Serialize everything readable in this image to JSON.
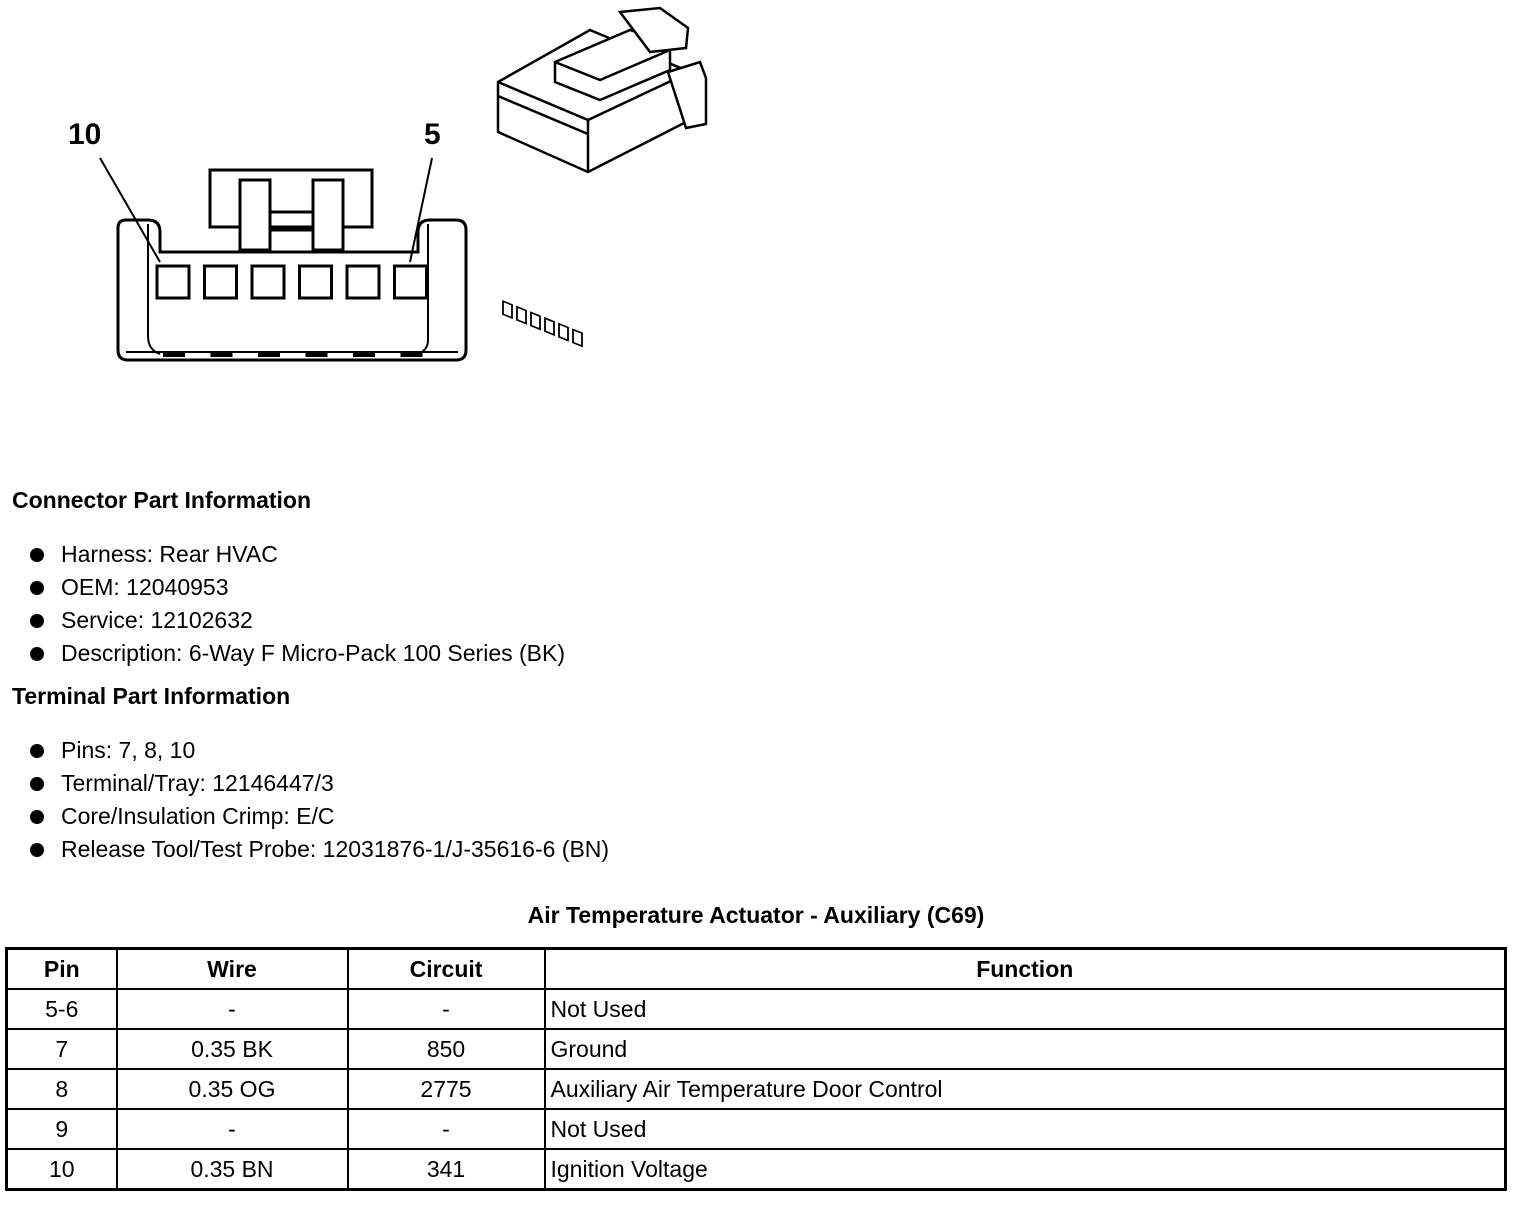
{
  "diagram": {
    "pin_label_left": "10",
    "pin_label_right": "5",
    "cavity_count": 6
  },
  "connector_info": {
    "heading": "Connector Part Information",
    "items": [
      "Harness: Rear HVAC",
      "OEM: 12040953",
      "Service: 12102632",
      "Description: 6-Way F Micro-Pack 100 Series (BK)"
    ]
  },
  "terminal_info": {
    "heading": "Terminal Part Information",
    "items": [
      "Pins: 7, 8, 10",
      "Terminal/Tray: 12146447/3",
      "Core/Insulation Crimp: E/C",
      "Release Tool/Test Probe: 12031876-1/J-35616-6 (BN)"
    ]
  },
  "table": {
    "title": "Air Temperature Actuator - Auxiliary (C69)",
    "headers": [
      "Pin",
      "Wire",
      "Circuit",
      "Function"
    ],
    "rows": [
      [
        "5-6",
        "-",
        "-",
        "Not Used"
      ],
      [
        "7",
        "0.35 BK",
        "850",
        "Ground"
      ],
      [
        "8",
        "0.35 OG",
        "2775",
        "Auxiliary Air Temperature Door Control"
      ],
      [
        "9",
        "-",
        "-",
        "Not Used"
      ],
      [
        "10",
        "0.35 BN",
        "341",
        "Ignition Voltage"
      ]
    ]
  }
}
